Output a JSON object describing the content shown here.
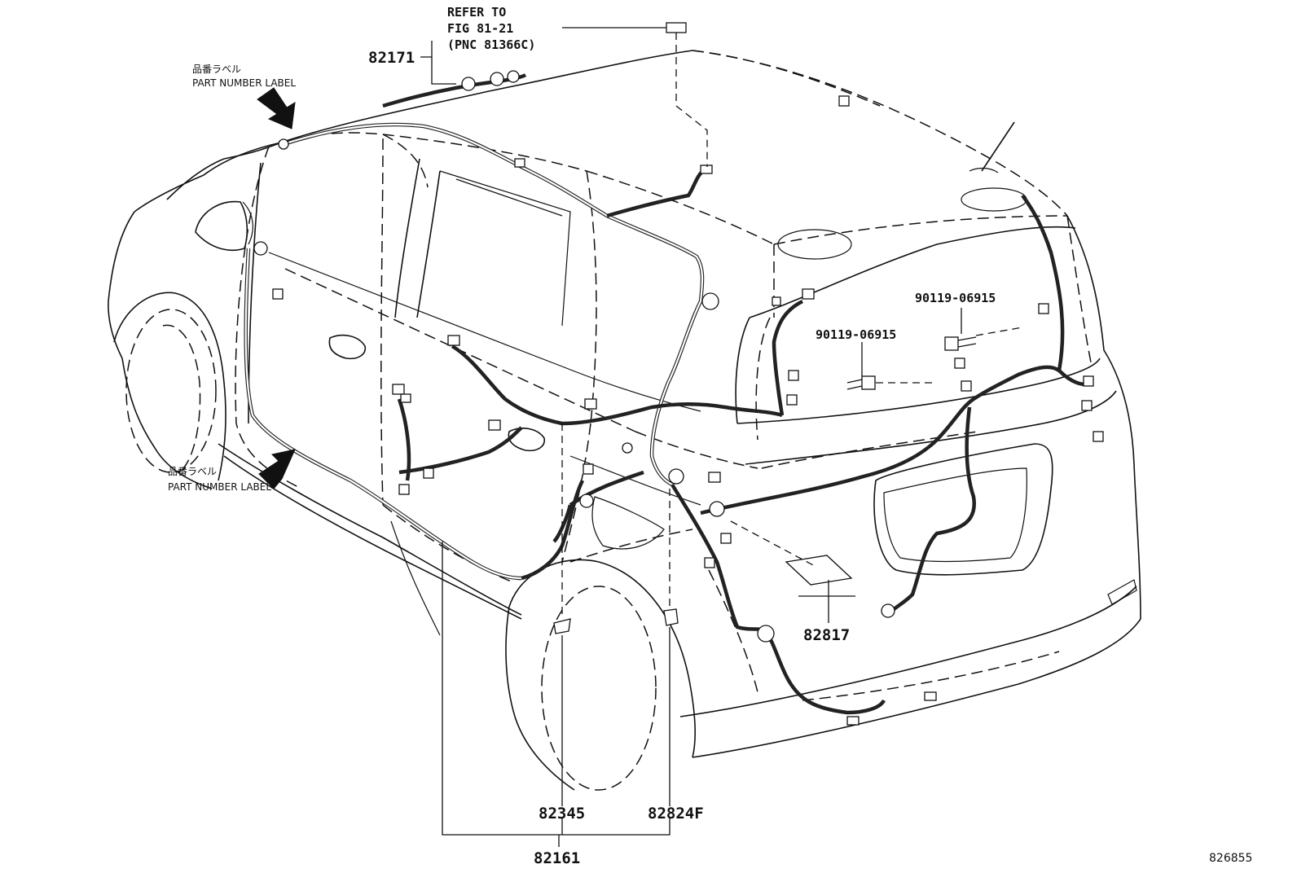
{
  "diagram": {
    "labels": {
      "refer_line1": "REFER TO",
      "refer_line2": "FIG 81-21",
      "refer_line3": "(PNC 81366C)",
      "pn_82171": "82171",
      "pn_90119_a": "90119-06915",
      "pn_90119_b": "90119-06915",
      "pn_82817": "82817",
      "pn_82345": "82345",
      "pn_82824F": "82824F",
      "pn_82161": "82161",
      "label_top_jp": "品番ラベル",
      "label_top_en": "PART NUMBER LABEL",
      "label_bottom_jp": "品番ラベル",
      "label_bottom_en": "PART NUMBER LABEL",
      "figure_ref": "826855"
    }
  }
}
